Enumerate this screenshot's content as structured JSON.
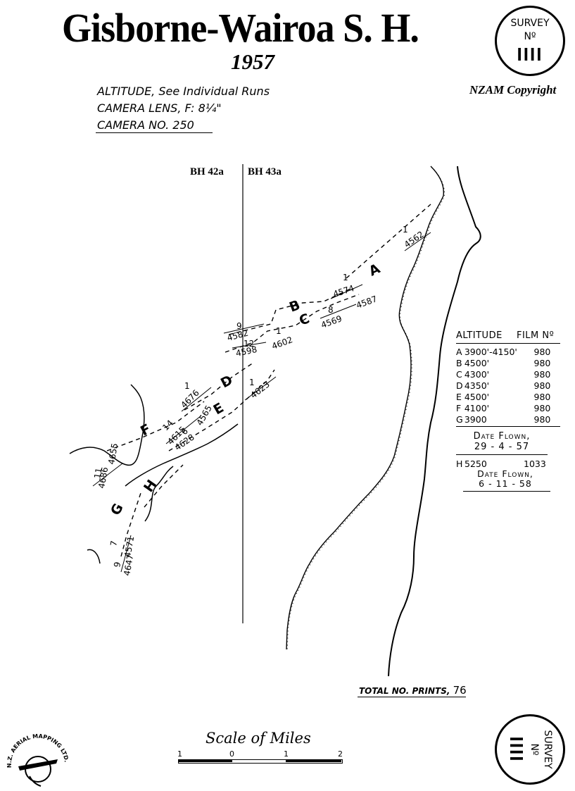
{
  "header": {
    "title": "Gisborne-Wairoa S. H.",
    "year": "1957",
    "altitude_note": "ALTITUDE, See Individual Runs",
    "camera_lens": "CAMERA LENS, F: 8¼\"",
    "camera_no": "CAMERA NO. 250",
    "copyright": "NZAM Copyright"
  },
  "survey_badge": {
    "label": "SURVEY",
    "no_label": "Nº",
    "mark": "IIII"
  },
  "sheets": {
    "left": "BH 42a",
    "right": "BH 43a"
  },
  "runs": [
    {
      "letter": "A",
      "photo_numbers": [
        "1",
        "4562"
      ]
    },
    {
      "letter": "B",
      "photo_numbers": [
        "1",
        "4574",
        "9",
        "4582"
      ]
    },
    {
      "letter": "C",
      "photo_numbers": [
        "8",
        "4569",
        "4587",
        "12",
        "4598",
        "1",
        "4602"
      ]
    },
    {
      "letter": "D",
      "photo_numbers": [
        "1",
        "4623"
      ]
    },
    {
      "letter": "E",
      "photo_numbers": [
        "6",
        "4565",
        "4628"
      ]
    },
    {
      "letter": "F",
      "photo_numbers": [
        "1",
        "4676",
        "14",
        "4615"
      ]
    },
    {
      "letter": "G",
      "photo_numbers": [
        "11",
        "4655",
        "4686",
        "7",
        "9",
        "4571",
        "4647"
      ]
    },
    {
      "letter": "H",
      "photo_numbers": []
    }
  ],
  "table": {
    "header_altitude": "ALTITUDE",
    "header_film": "FILM Nº",
    "rows": [
      {
        "run": "A",
        "altitude": "3900'-4150'",
        "film": "980"
      },
      {
        "run": "B",
        "altitude": "4500'",
        "film": "980"
      },
      {
        "run": "C",
        "altitude": "4300'",
        "film": "980"
      },
      {
        "run": "D",
        "altitude": "4350'",
        "film": "980"
      },
      {
        "run": "E",
        "altitude": "4500'",
        "film": "980"
      },
      {
        "run": "F",
        "altitude": "4100'",
        "film": "980"
      },
      {
        "run": "G",
        "altitude": "3900",
        "film": "980"
      }
    ],
    "date_flown_label": "Date Flown,",
    "date_flown": "29 - 4 - 57",
    "extra_run": {
      "run": "H",
      "altitude": "5250",
      "film": "1033"
    },
    "date_flown_label_2": "Date Flown,",
    "date_flown_2": "6 - 11 - 58"
  },
  "total_prints": {
    "label": "TOTAL NO. PRINTS,",
    "value": "76"
  },
  "scale": {
    "title": "Scale of Miles",
    "ticks": [
      "1",
      "0",
      "1",
      "2"
    ]
  },
  "logo": {
    "text": "N.Z. AERIAL MAPPING LTD."
  }
}
